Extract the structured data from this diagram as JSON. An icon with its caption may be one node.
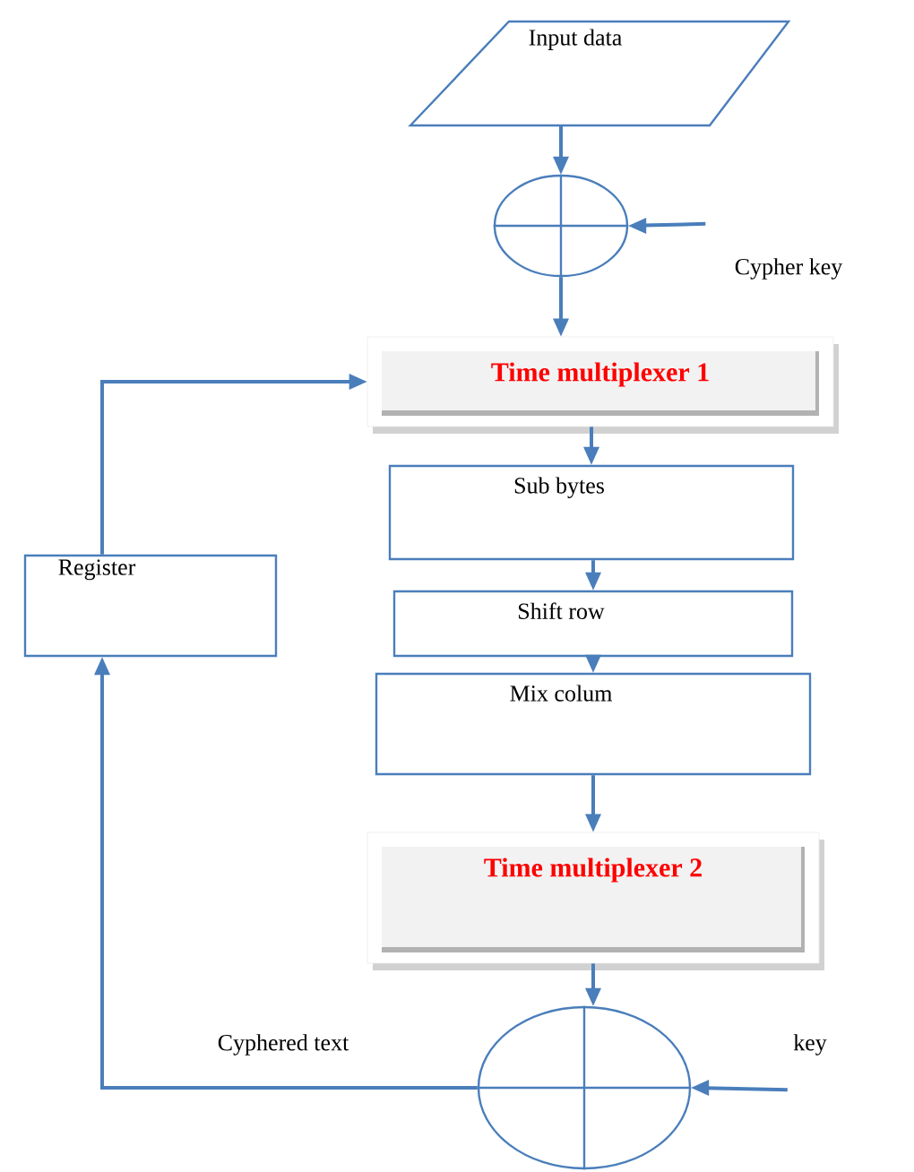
{
  "diagram": {
    "nodes": [
      {
        "text": [
          "Input data"
        ]
      },
      {
        "text": [],
        "shape": "circle"
      },
      {
        "text": [
          "Cypher key"
        ]
      },
      {
        "text": [
          "Time multiplexer 1"
        ]
      },
      {
        "text": [
          "Sub bytes"
        ]
      },
      {
        "text": [
          "Shift row"
        ]
      },
      {
        "text": [
          "Mix colum"
        ]
      },
      {
        "text": [
          "Time multiplexer 2"
        ]
      },
      {
        "text": [],
        "shape": "circle"
      },
      {
        "text": [
          "key"
        ]
      },
      {
        "text": [
          "Register"
        ]
      }
    ],
    "edges": [
      {
        "from": 0,
        "to": 1,
        "arrow": "to"
      },
      {
        "from": 2,
        "to": 1,
        "arrow": "to"
      },
      {
        "from": 1,
        "to": 3,
        "arrow": "to"
      },
      {
        "from": 3,
        "to": 4,
        "arrow": "to"
      },
      {
        "from": 4,
        "to": 5,
        "arrow": "to"
      },
      {
        "from": 5,
        "to": 6,
        "arrow": "to"
      },
      {
        "from": 6,
        "to": 7,
        "arrow": "to"
      },
      {
        "from": 7,
        "to": 8,
        "arrow": "to"
      },
      {
        "from": 9,
        "to": 8,
        "arrow": "to"
      },
      {
        "from": 8,
        "to": 10,
        "arrow": "to",
        "label": "Cyphered text"
      },
      {
        "from": 10,
        "to": 3,
        "arrow": "to"
      }
    ]
  }
}
